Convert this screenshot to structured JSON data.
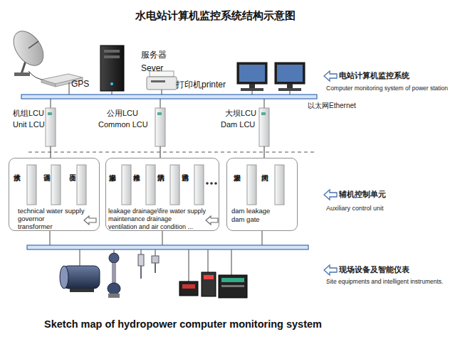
{
  "diagram": {
    "title": "水电站计算机监控系统结构示意图",
    "caption": "Sketch map of hydropower computer monitoring system",
    "nodes": [
      {
        "text": [
          "GPS"
        ]
      },
      {
        "text": [
          "服务器",
          "Sever"
        ]
      },
      {
        "text": [
          "打印机printer"
        ]
      },
      {
        "text": [
          "机组LCU",
          "Unit LCU"
        ]
      },
      {
        "text": [
          "公用LCU",
          "Common LCU"
        ]
      },
      {
        "text": [
          "大坝LCU",
          "Dam LCU"
        ]
      },
      {
        "text": [
          "technical water supply",
          "governor",
          "transformer"
        ]
      },
      {
        "text": [
          "技术供水"
        ],
        "in": 6
      },
      {
        "text": [
          "调速器"
        ],
        "in": 6
      },
      {
        "text": [
          "变压器"
        ],
        "in": 6
      },
      {
        "text": [
          "leakage drainage\\fire water supply",
          "maintenance drainage",
          "ventilation and air condition ..."
        ]
      },
      {
        "text": [
          "渗漏排水"
        ],
        "in": 10
      },
      {
        "text": [
          "检修排水"
        ],
        "in": 10
      },
      {
        "text": [
          "消防供水"
        ],
        "in": 10
      },
      {
        "text": [
          "通风空调"
        ],
        "in": 10
      },
      {
        "text": [
          "dam leakage",
          "dam gate"
        ]
      },
      {
        "text": [
          "大坝渗漏"
        ],
        "in": 15
      },
      {
        "text": [
          "大坝闸门"
        ],
        "in": 15
      }
    ],
    "edges": [
      {
        "from": 3,
        "to": 6,
        "arrow": "none"
      },
      {
        "from": 4,
        "to": 10,
        "arrow": "none"
      },
      {
        "from": 5,
        "to": 15,
        "arrow": "none"
      }
    ],
    "labels": [
      "以太网Ethernet",
      "电站计算机监控系统",
      "Computer monitoring system of power station",
      "辅机控制单元",
      "Auxiliary control unit",
      "现场设备及智能仪表",
      "Site equipments and intelligent instruments."
    ]
  }
}
